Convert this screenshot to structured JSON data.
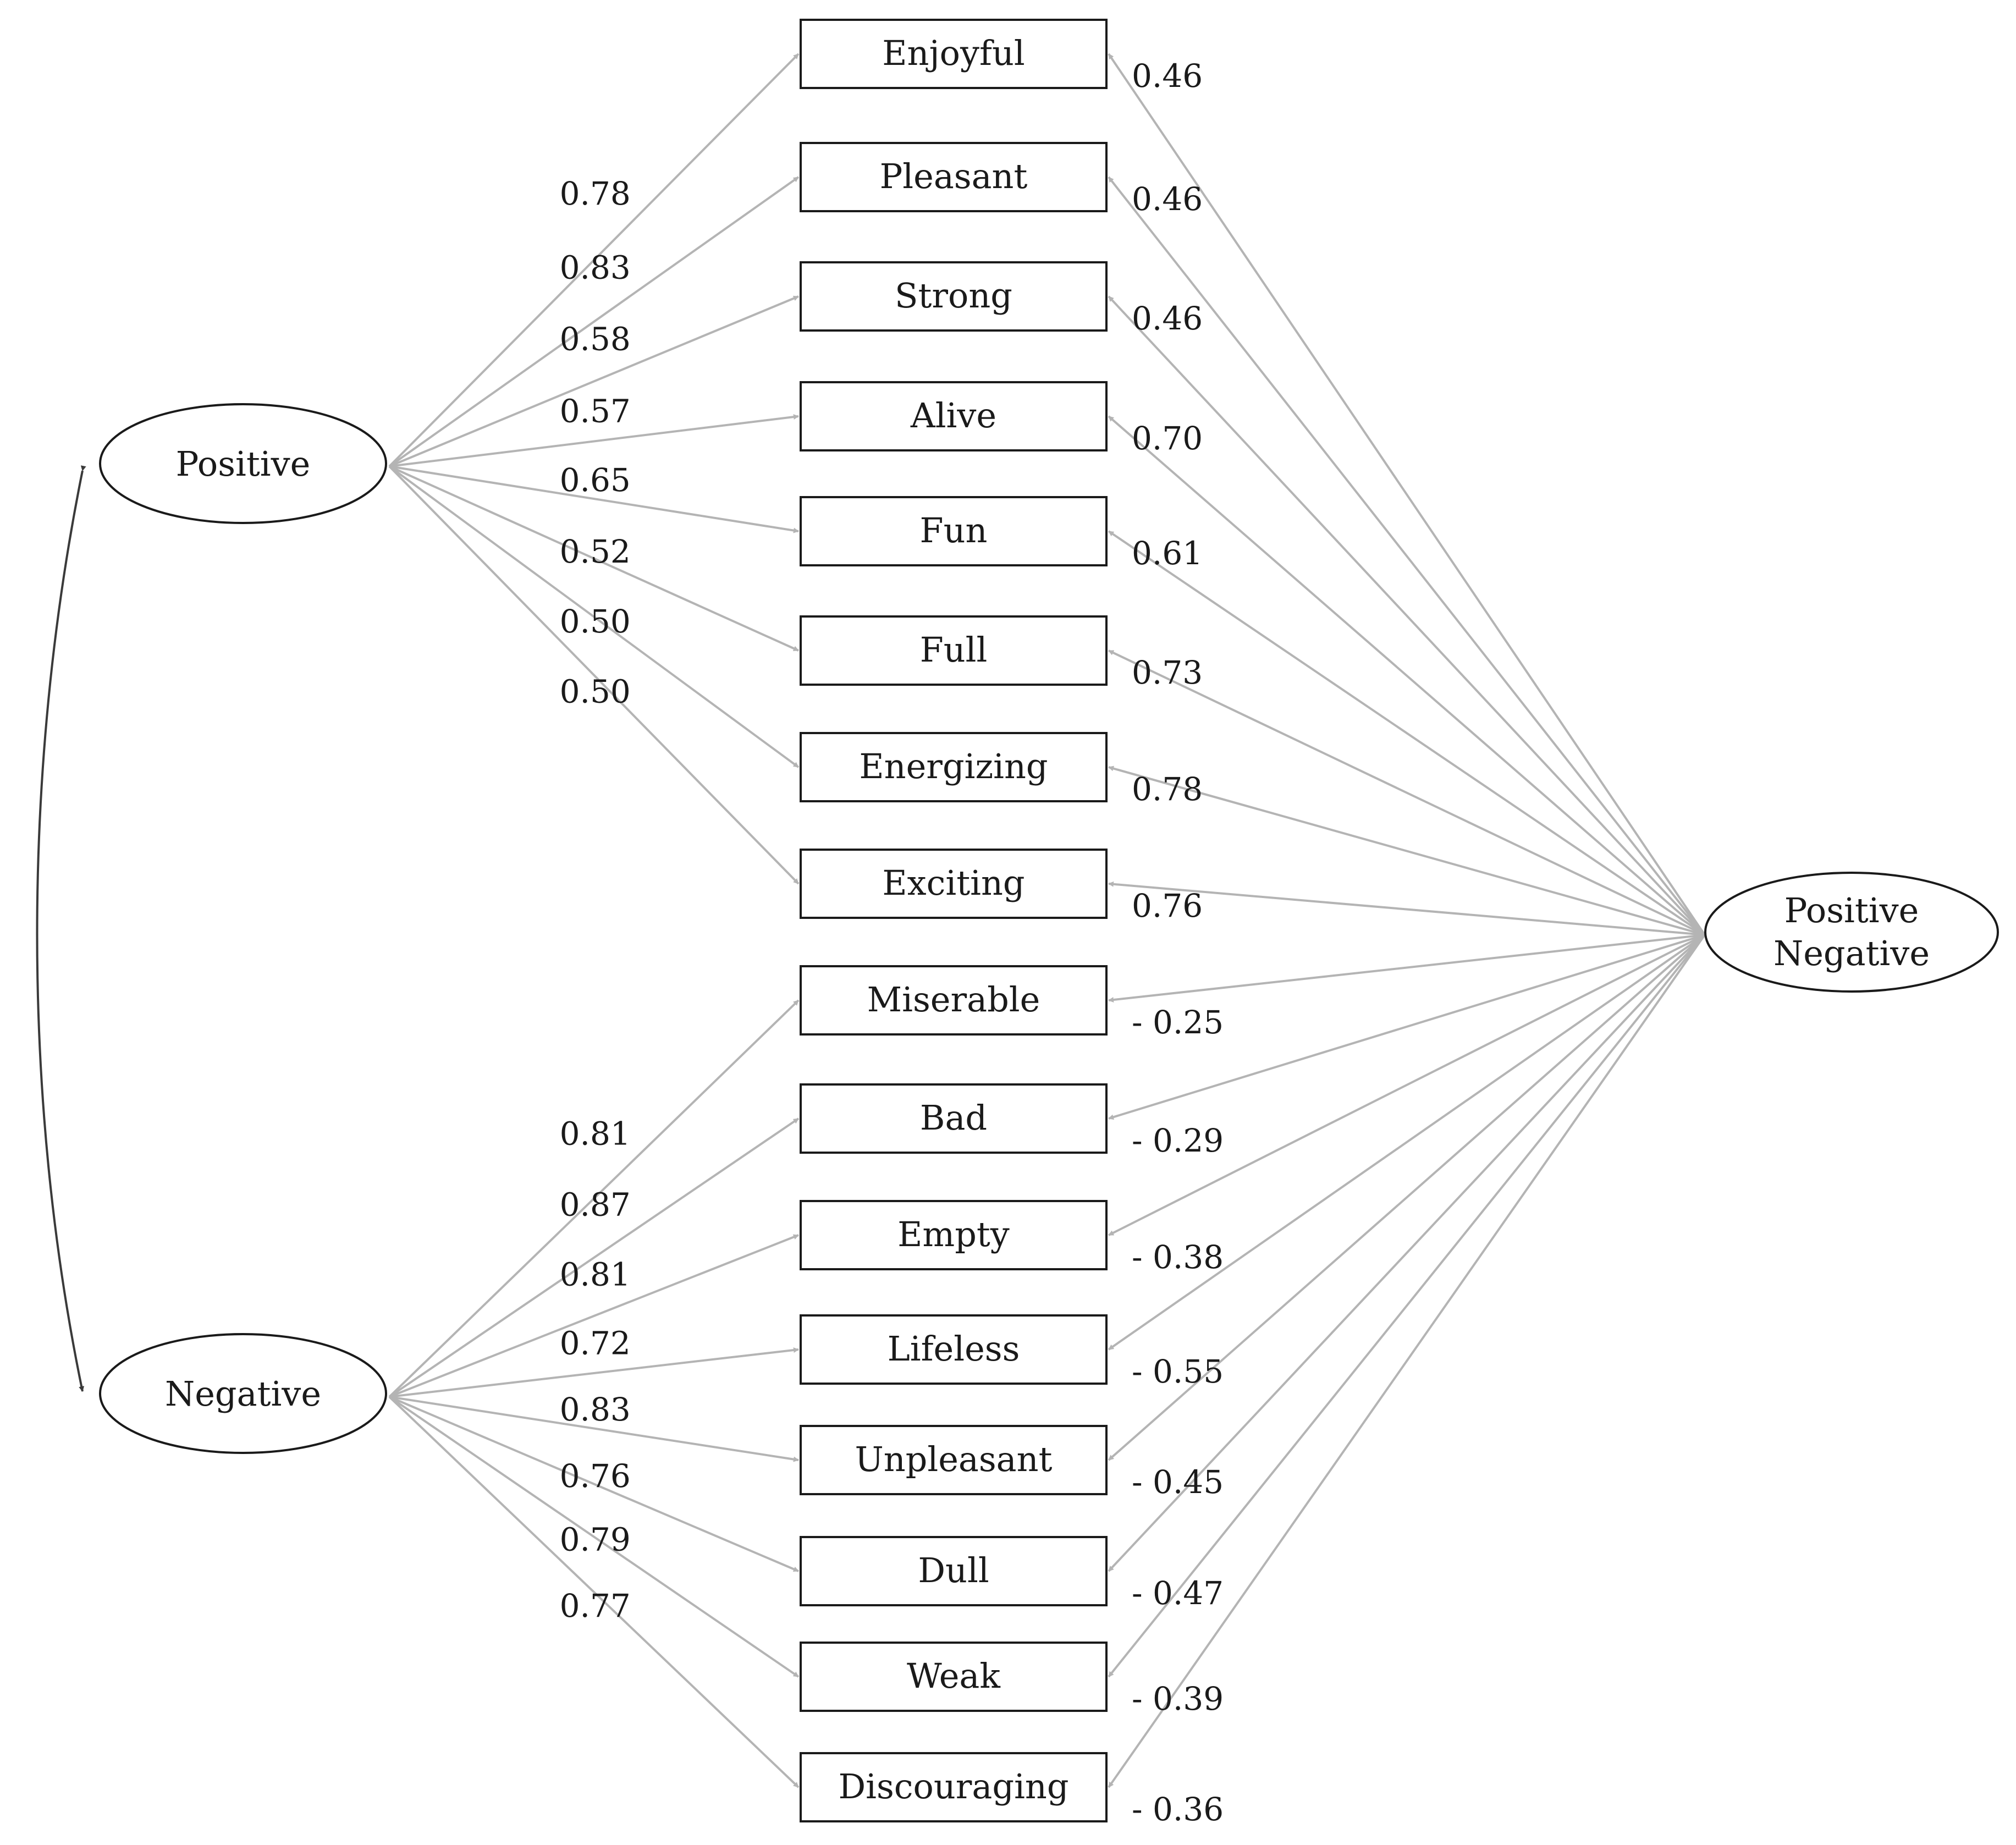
{
  "factors": {
    "positive": "Positive",
    "negative": "Negative",
    "general": [
      "Positive",
      "Negative"
    ]
  },
  "items": [
    {
      "id": "enjoyful",
      "label": "Enjoyful",
      "group": "positive",
      "loading": "0.78",
      "general_loading": "0.46"
    },
    {
      "id": "pleasant",
      "label": "Pleasant",
      "group": "positive",
      "loading": "0.83",
      "general_loading": "0.46"
    },
    {
      "id": "strong",
      "label": "Strong",
      "group": "positive",
      "loading": "0.58",
      "general_loading": "0.46"
    },
    {
      "id": "alive",
      "label": "Alive",
      "group": "positive",
      "loading": "0.57",
      "general_loading": "0.70"
    },
    {
      "id": "fun",
      "label": "Fun",
      "group": "positive",
      "loading": "0.65",
      "general_loading": "0.61"
    },
    {
      "id": "full",
      "label": "Full",
      "group": "positive",
      "loading": "0.52",
      "general_loading": "0.73"
    },
    {
      "id": "energizing",
      "label": "Energizing",
      "group": "positive",
      "loading": "0.50",
      "general_loading": "0.78"
    },
    {
      "id": "exciting",
      "label": "Exciting",
      "group": "positive",
      "loading": "0.50",
      "general_loading": "0.76"
    },
    {
      "id": "miserable",
      "label": "Miserable",
      "group": "negative",
      "loading": "0.81",
      "general_loading": "- 0.25"
    },
    {
      "id": "bad",
      "label": "Bad",
      "group": "negative",
      "loading": "0.87",
      "general_loading": "- 0.29"
    },
    {
      "id": "empty",
      "label": "Empty",
      "group": "negative",
      "loading": "0.81",
      "general_loading": "- 0.38"
    },
    {
      "id": "lifeless",
      "label": "Lifeless",
      "group": "negative",
      "loading": "0.72",
      "general_loading": "- 0.55"
    },
    {
      "id": "unpleasant",
      "label": "Unpleasant",
      "group": "negative",
      "loading": "0.83",
      "general_loading": "- 0.45"
    },
    {
      "id": "dull",
      "label": "Dull",
      "group": "negative",
      "loading": "0.76",
      "general_loading": "- 0.47"
    },
    {
      "id": "weak",
      "label": "Weak",
      "group": "negative",
      "loading": "0.79",
      "general_loading": "- 0.39"
    },
    {
      "id": "discouraging",
      "label": "Discouraging",
      "group": "negative",
      "loading": "0.77",
      "general_loading": "- 0.36"
    }
  ],
  "colors": {
    "path": "#b4b4b4",
    "correlation": "#3a3a3a",
    "border": "#1a1a1a",
    "text": "#1a1a1a"
  }
}
